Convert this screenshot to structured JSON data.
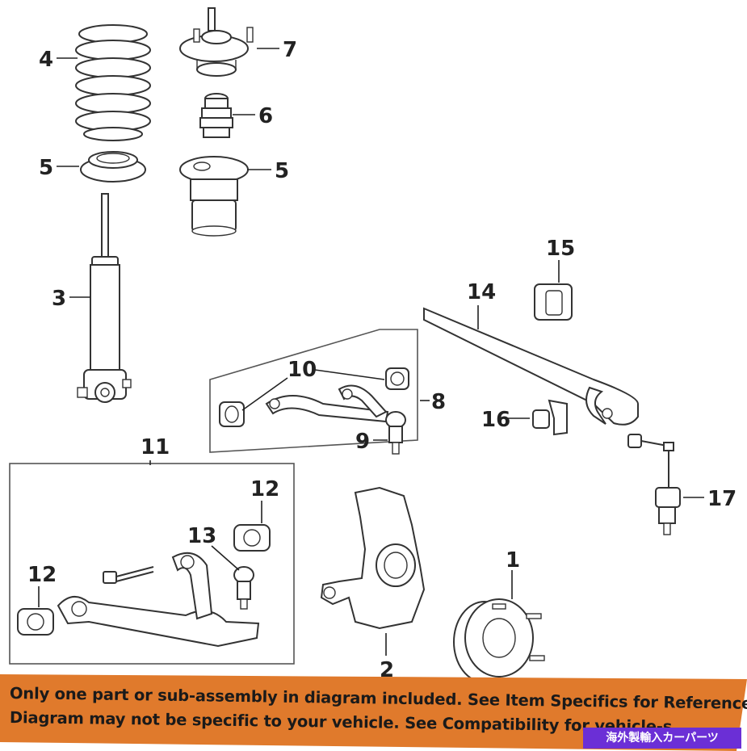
{
  "callouts": {
    "c1": "1",
    "c2": "2",
    "c3": "3",
    "c4": "4",
    "c5a": "5",
    "c5b": "5",
    "c6": "6",
    "c7": "7",
    "c8": "8",
    "c9": "9",
    "c10": "10",
    "c11": "11",
    "c12a": "12",
    "c12b": "12",
    "c13": "13",
    "c14": "14",
    "c15": "15",
    "c16": "16",
    "c17": "17"
  },
  "banner": {
    "line1": "Only one part or sub-assembly in diagram included. See Item Specifics for Reference #.",
    "line2": "Diagram may not be specific to your vehicle. See Compatibility for vehicle-s",
    "badge": "海外製輸入カーパーツ",
    "color": "#e07a2c"
  }
}
